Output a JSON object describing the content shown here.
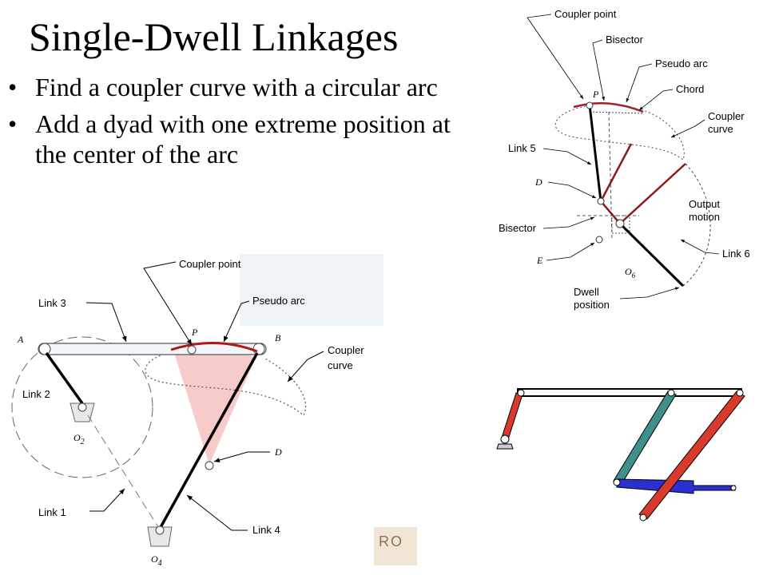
{
  "title": "Single-Dwell Linkages",
  "bullets": [
    "Find a coupler curve with a circular arc",
    "Add a dyad with one extreme position at the center of the arc"
  ],
  "left_figure": {
    "labels": {
      "coupler_point": "Coupler point",
      "pseudo_arc": "Pseudo arc",
      "link3": "Link 3",
      "A": "A",
      "P": "P",
      "B": "B",
      "coupler_curve_1": "Coupler",
      "coupler_curve_2": "curve",
      "link2": "Link 2",
      "O2": "O",
      "O2_sub": "2",
      "D": "D",
      "link1": "Link 1",
      "link4": "Link 4",
      "O4": "O",
      "O4_sub": "4"
    }
  },
  "right_figure": {
    "labels": {
      "coupler_point": "Coupler point",
      "bisector_top": "Bisector",
      "pseudo_arc": "Pseudo arc",
      "chord": "Chord",
      "P": "P",
      "coupler_curve_1": "Coupler",
      "coupler_curve_2": "curve",
      "link5": "Link 5",
      "D": "D",
      "output_motion_1": "Output",
      "output_motion_2": "motion",
      "bisector": "Bisector",
      "link6": "Link 6",
      "E": "E",
      "O6": "O",
      "O6_sub": "6",
      "dwell_1": "Dwell",
      "dwell_2": "position"
    }
  },
  "watermark": "RO",
  "colors": {
    "link_red": "#d83a2e",
    "link_teal": "#3f8f8a",
    "link_blue": "#2a2fd0",
    "arc_red": "#a32020",
    "highlight_pink": "#f2a0a0"
  }
}
